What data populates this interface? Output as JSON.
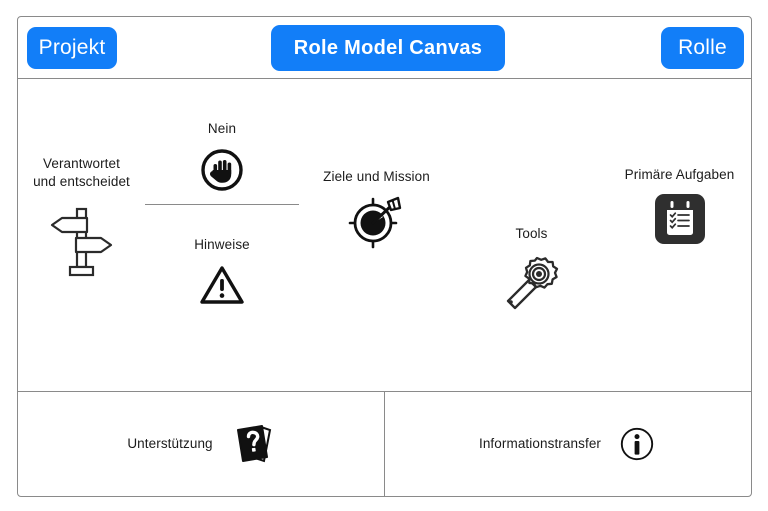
{
  "page": {
    "title": "Role Model Canvas",
    "accent_color": "#127ef8",
    "border_color": "#8a8a8a",
    "text_color": "#1c1c1c",
    "background": "#ffffff"
  },
  "header": {
    "left_pill": "Projekt",
    "center_pill": "Role Model Canvas",
    "right_pill": "Rolle"
  },
  "grid": {
    "cells": [
      {
        "id": "verantwortet",
        "label": "Verantwortet\nund entscheidet",
        "label_line1": "Verantwortet",
        "label_line2": "und entscheidet",
        "icon": "signpost-icon"
      },
      {
        "id": "nein",
        "label": "Nein",
        "icon": "raised-hand-stop-icon"
      },
      {
        "id": "hinweise",
        "label": "Hinweise",
        "icon": "warning-triangle-icon"
      },
      {
        "id": "ziele",
        "label": "Ziele und Mission",
        "icon": "target-with-arrow-icon"
      },
      {
        "id": "tools",
        "label": "Tools",
        "icon": "wrench-gear-icon"
      },
      {
        "id": "primaere",
        "label": "Primäre Aufgaben",
        "icon": "clipboard-checklist-icon"
      }
    ]
  },
  "bottom": {
    "cells": [
      {
        "id": "unterstuetzung",
        "label": "Unterstützung",
        "icon": "book-question-mark-icon"
      },
      {
        "id": "informationstransfer",
        "label": "Informationstransfer",
        "icon": "info-circle-icon"
      }
    ]
  }
}
